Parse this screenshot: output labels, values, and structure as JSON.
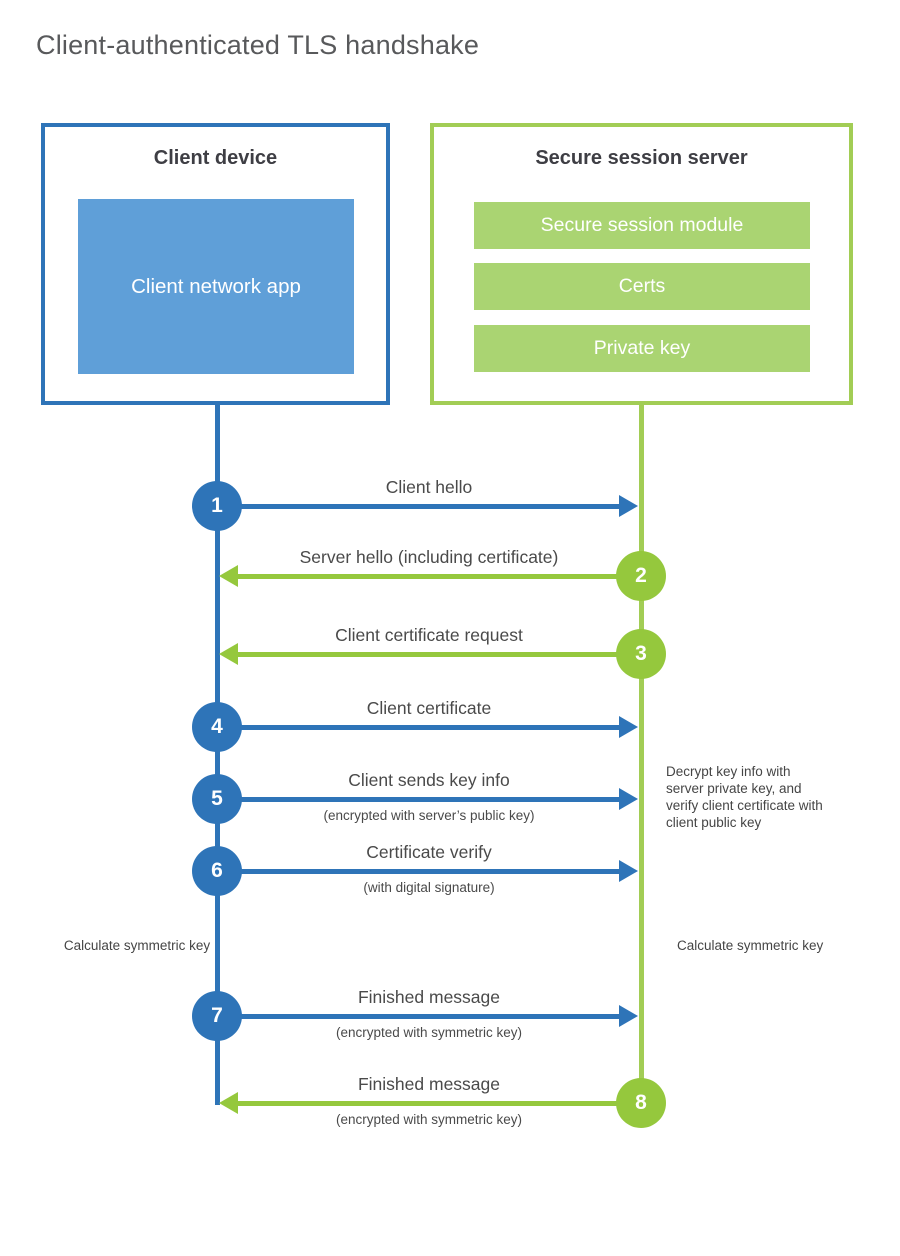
{
  "title": "Client-authenticated TLS handshake",
  "colors": {
    "blue": "#2e74b8",
    "blue_light": "#5f9fd8",
    "green_dark": "#95c83d",
    "green_border": "#a2cd55",
    "green_light": "#aad472"
  },
  "client": {
    "title": "Client device",
    "app_label": "Client network app"
  },
  "server": {
    "title": "Secure session server",
    "modules": [
      "Secure session module",
      "Certs",
      "Private key"
    ]
  },
  "messages": [
    {
      "num": "1",
      "label": "Client hello",
      "direction": "right",
      "color": "blue"
    },
    {
      "num": "2",
      "label": "Server hello (including certificate)",
      "direction": "left",
      "color": "green"
    },
    {
      "num": "3",
      "label": "Client certificate request",
      "direction": "left",
      "color": "green"
    },
    {
      "num": "4",
      "label": "Client certificate",
      "direction": "right",
      "color": "blue"
    },
    {
      "num": "5",
      "label": "Client sends key info",
      "sublabel": "(encrypted with server’s public key)",
      "direction": "right",
      "color": "blue"
    },
    {
      "num": "6",
      "label": "Certificate verify",
      "sublabel": "(with digital signature)",
      "direction": "right",
      "color": "blue"
    },
    {
      "num": "7",
      "label": "Finished message",
      "sublabel": "(encrypted with symmetric key)",
      "direction": "right",
      "color": "blue"
    },
    {
      "num": "8",
      "label": "Finished message",
      "sublabel": "(encrypted with symmetric key)",
      "direction": "left",
      "color": "green"
    }
  ],
  "notes": {
    "decrypt": "Decrypt key info with server private key, and verify client certificate with client public key",
    "calc_left": "Calculate symmetric key",
    "calc_right": "Calculate symmetric key"
  }
}
